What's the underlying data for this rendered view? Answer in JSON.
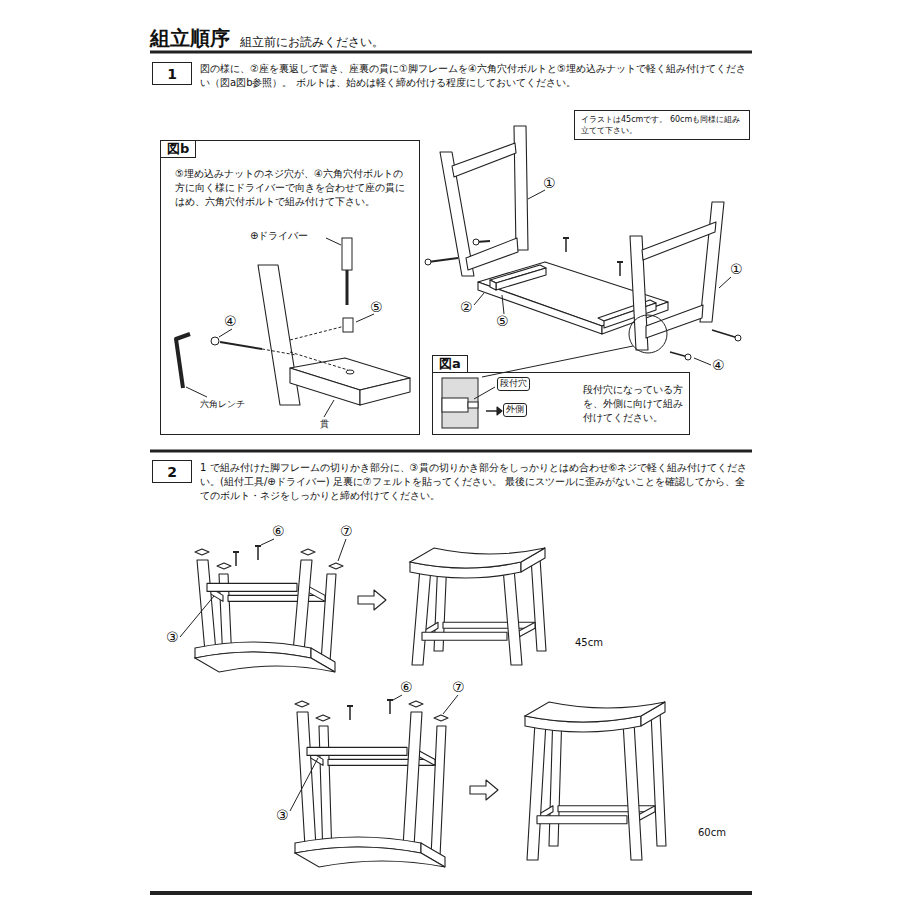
{
  "diagram": {
    "title": "組立順序",
    "nodes": [
      {
        "text": [
          "1"
        ]
      },
      {
        "text": [
          "イラストは45cmです。 60cmも同様に組み立てて下さい。"
        ]
      },
      {
        "text": [
          "図b",
          "⑤埋め込みナットのネジ穴が、④六角穴付ボルトの方に向く様にドライバーで向きを合わせて座の貫にはめ、六角穴付ボルトで組み付けて下さい。"
        ]
      },
      {
        "text": [
          "図a",
          "段付穴になっている方を、外側に向けて組み付けてください。"
        ]
      },
      {
        "text": [
          "2"
        ]
      }
    ],
    "labels": [
      "組立前にお読みください。",
      "図の様に、②座を裏返して置き、座裏の貫に①脚フレームを④六角穴付ボルトと⑤埋め込みナットで軽く組み付けてください（図a図b参照）。 ボルトは、始めは軽く締め付ける程度にしておいてください。",
      "①",
      "①",
      "②",
      "⑤",
      "④",
      "⊕ドライバー",
      "④",
      "⑤",
      "六角レンチ",
      "貫",
      "段付穴",
      "外側",
      "1 で組み付けた脚フレームの切りかき部分に、③貫の切りかき部分をしっかりとはめ合わせ⑥ネジで軽く組み付けてください。(組付工具/⊕ドライバー) 足裏に⑦フェルトを貼ってください。 最後にスツールに歪みがないことを確認してから、全てのボルト・ネジをしっかりと締め付けてください。",
      "⑥",
      "⑦",
      "③",
      "45cm",
      "⑥",
      "⑦",
      "③",
      "60cm"
    ]
  }
}
